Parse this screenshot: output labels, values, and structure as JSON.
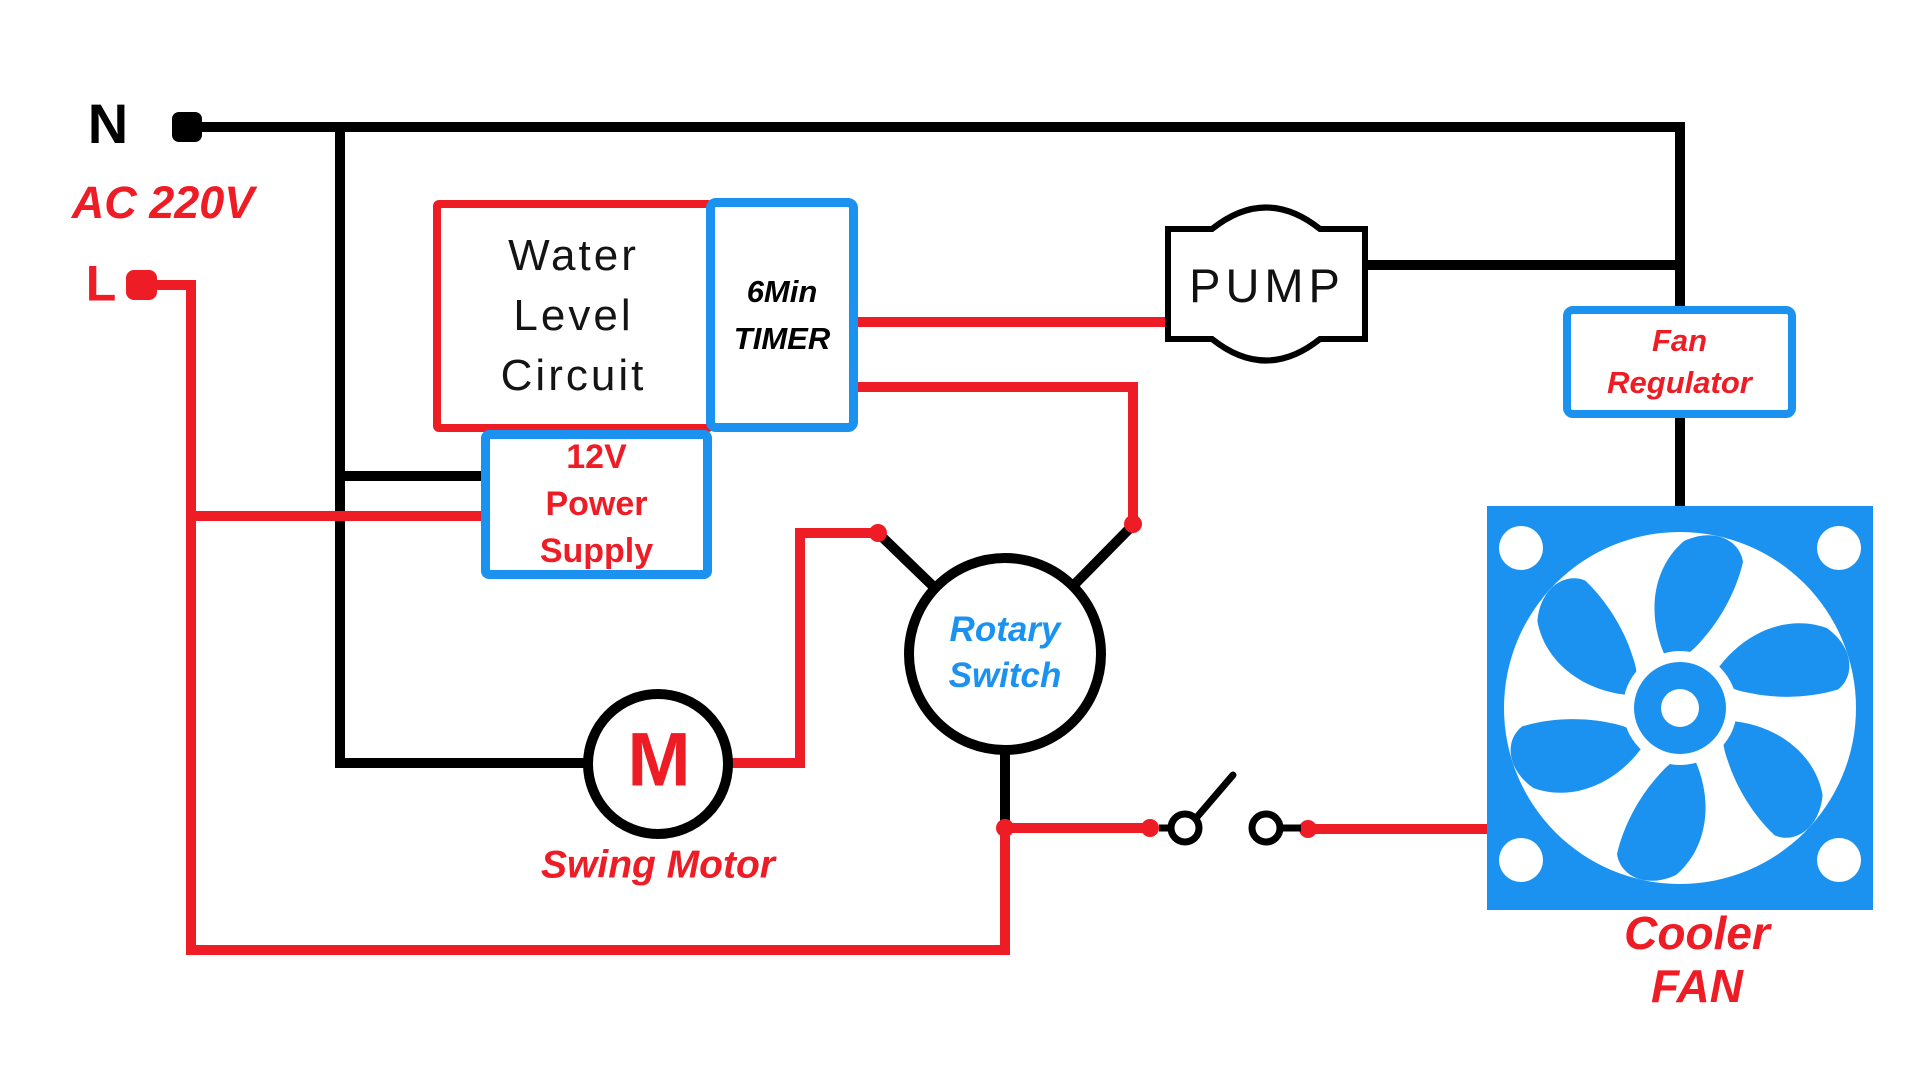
{
  "supply": {
    "neutral_label": "N",
    "voltage_label": "AC 220V",
    "line_label": "L"
  },
  "components": {
    "water_level_circuit": {
      "label": "Water\nLevel\nCircuit"
    },
    "timer": {
      "label": "6Min\nTIMER"
    },
    "power_supply": {
      "label": "12V\nPower\nSupply"
    },
    "pump": {
      "label": "PUMP"
    },
    "fan_regulator": {
      "label": "Fan\nRegulator"
    },
    "rotary_switch": {
      "label": "Rotary\nSwitch"
    },
    "swing_motor": {
      "symbol": "M",
      "caption": "Swing Motor"
    },
    "cooler_fan": {
      "caption": "Cooler FAN"
    }
  },
  "colors": {
    "live_wire_red": "#EE1C25",
    "neutral_wire_black": "#000000",
    "accent_blue": "#1C92F0"
  }
}
